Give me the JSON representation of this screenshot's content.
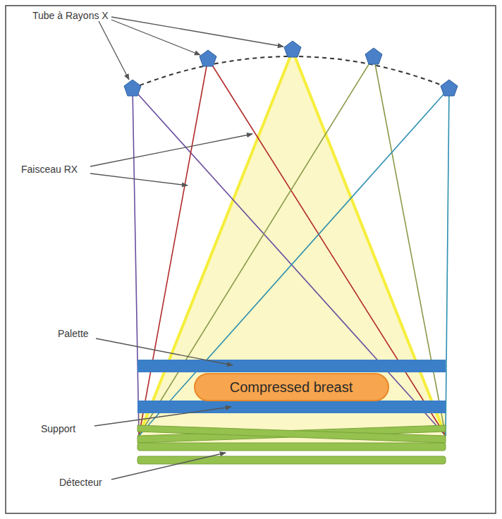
{
  "diagram": {
    "nodes": [
      {
        "text": [
          "Compressed breast"
        ]
      }
    ],
    "labels": [
      "Tube à Rayons X",
      "Faisceau RX",
      "Palette",
      "Support",
      "Détecteur"
    ]
  }
}
